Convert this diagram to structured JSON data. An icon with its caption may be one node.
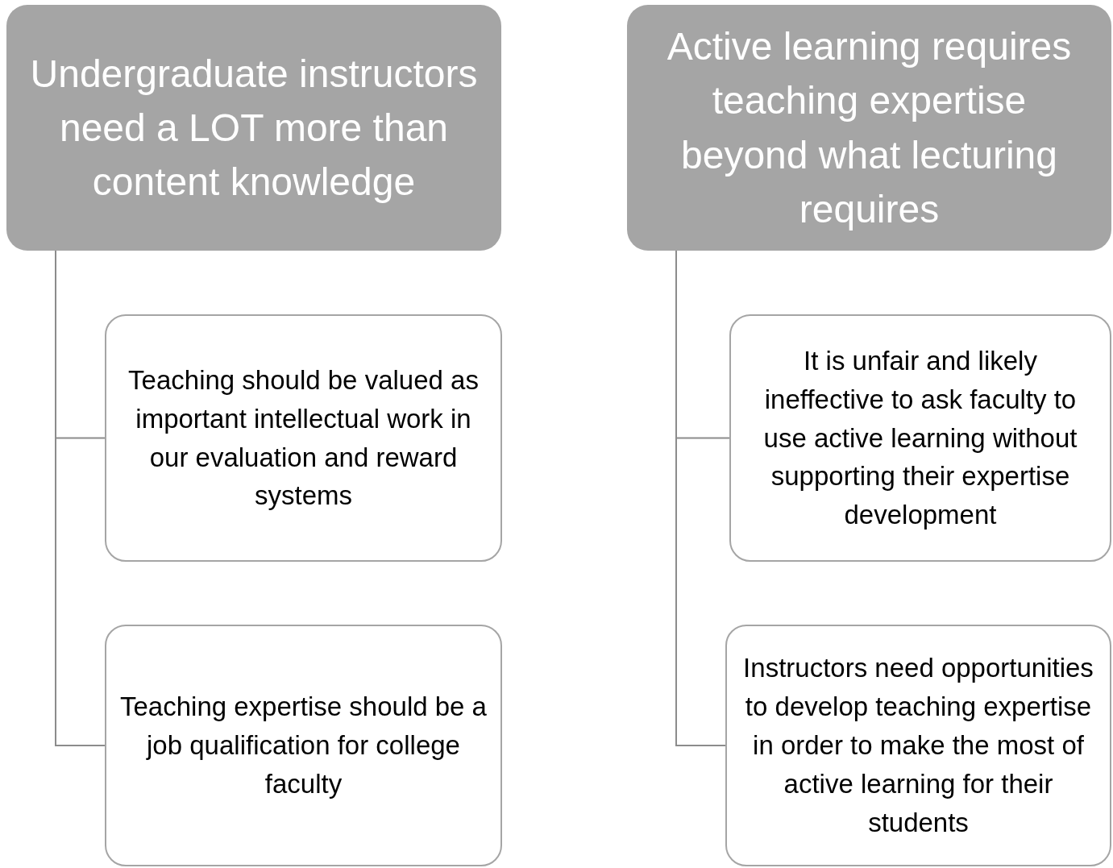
{
  "diagram": {
    "nodes": [
      {
        "text": [
          "Undergraduate instructors need a LOT more than content knowledge"
        ]
      },
      {
        "text": [
          "Teaching should be valued as important intellectual work in our evaluation and reward systems"
        ]
      },
      {
        "text": [
          "Teaching expertise should be a job qualification for college faculty"
        ]
      },
      {
        "text": [
          "Active learning requires teaching expertise beyond what lecturing requires"
        ]
      },
      {
        "text": [
          "It is unfair and likely ineffective to ask faculty to use active learning without supporting their expertise development"
        ]
      },
      {
        "text": [
          "Instructors need opportunities to develop teaching expertise in order to make the most of active learning for their students"
        ]
      }
    ],
    "edges": [
      {
        "from": 0,
        "to": 1,
        "arrow": "none"
      },
      {
        "from": 0,
        "to": 2,
        "arrow": "none"
      },
      {
        "from": 3,
        "to": 4,
        "arrow": "none"
      },
      {
        "from": 3,
        "to": 5,
        "arrow": "none"
      }
    ]
  }
}
